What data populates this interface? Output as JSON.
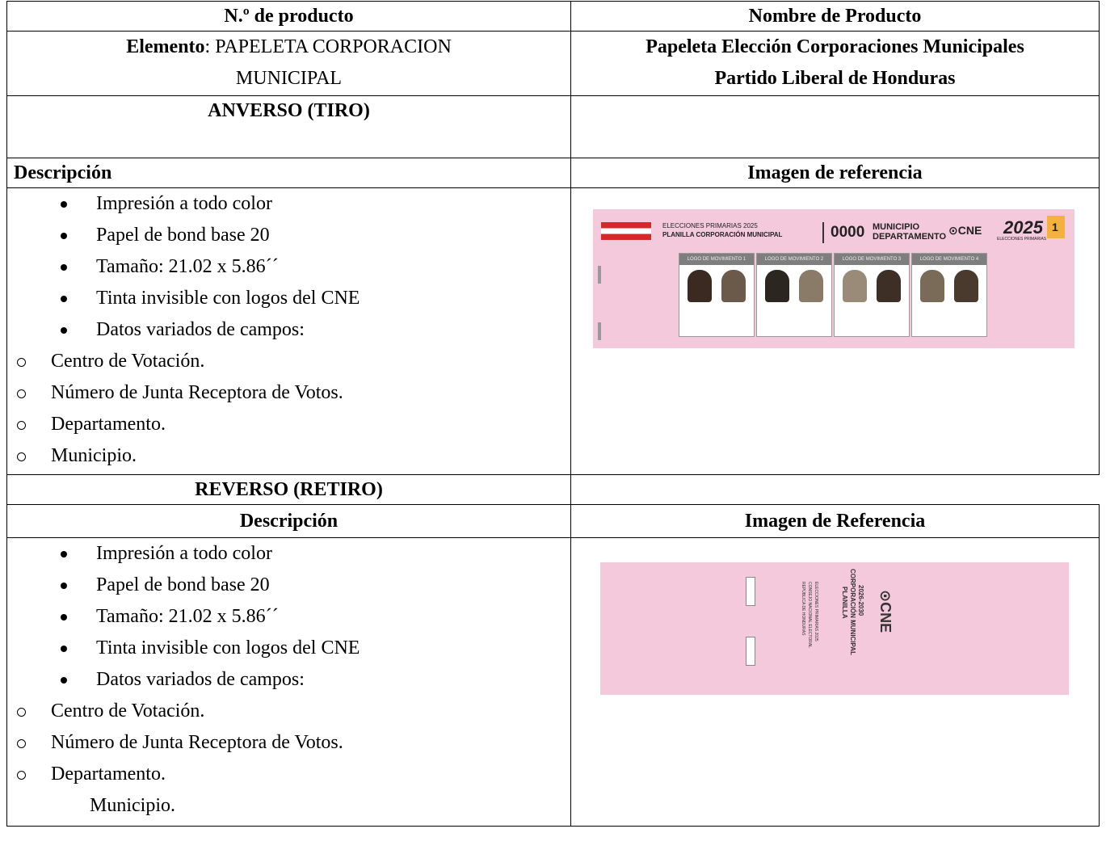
{
  "header": {
    "col1": "N.º de producto",
    "col2": "Nombre de Producto"
  },
  "product": {
    "element_label": "Elemento",
    "element_value": ": PAPELETA CORPORACION",
    "element_value_line2": "MUNICIPAL",
    "name_line1": "Papeleta Elección Corporaciones Municipales",
    "name_line2": "Partido Liberal de Honduras"
  },
  "front": {
    "section_title": "ANVERSO (TIRO)",
    "desc_header": "Descripción",
    "img_header": "Imagen de referencia",
    "bullets": [
      "Impresión a todo color",
      "Papel de bond base 20",
      "Tamaño: 21.02 x 5.86´´",
      "Tinta invisible con logos del CNE",
      "Datos variados de campos:"
    ],
    "subitems": [
      "Centro de Votación.",
      "Número de Junta Receptora de Votos.",
      "Departamento.",
      "Municipio."
    ],
    "ballot": {
      "line1": "ELECCIONES PRIMARIAS 2025",
      "line2": "PLANILLA CORPORACIÓN MUNICIPAL",
      "code": "0000",
      "municipio": "MUNICIPIO",
      "departamento": "DEPARTAMENTO",
      "cne": "CNE",
      "year": "2025",
      "year_sub": "ELECCIONES PRIMARIAS",
      "number": "1",
      "panels": [
        "LOGO DE MOVIMIENTO 1",
        "LOGO DE MOVIMIENTO 2",
        "LOGO DE MOVIMIENTO 3",
        "LOGO DE MOVIMIENTO 4"
      ],
      "color_bg": "#f4c9dc"
    }
  },
  "back": {
    "section_title": "REVERSO (RETIRO)",
    "desc_header": "Descripción",
    "img_header": "Imagen de Referencia",
    "bullets": [
      "Impresión a todo color",
      "Papel de bond base 20",
      "Tamaño: 21.02 x 5.86´´",
      "Tinta invisible con logos del CNE",
      "Datos variados de campos:"
    ],
    "subitems": [
      "Centro de Votación.",
      "Número de Junta Receptora de Votos.",
      "Departamento."
    ],
    "last_item": "Municipio.",
    "ballot": {
      "cne": "CNE",
      "title1": "PLANILLA",
      "title2": "CORPORACIÓN MUNICIPAL",
      "years": "2026-2030",
      "small1": "REPÚBLICA DE HONDURAS",
      "small2": "CONSEJO NACIONAL ELECTORAL",
      "small3": "ELECCIONES PRIMARIAS 2025"
    }
  }
}
